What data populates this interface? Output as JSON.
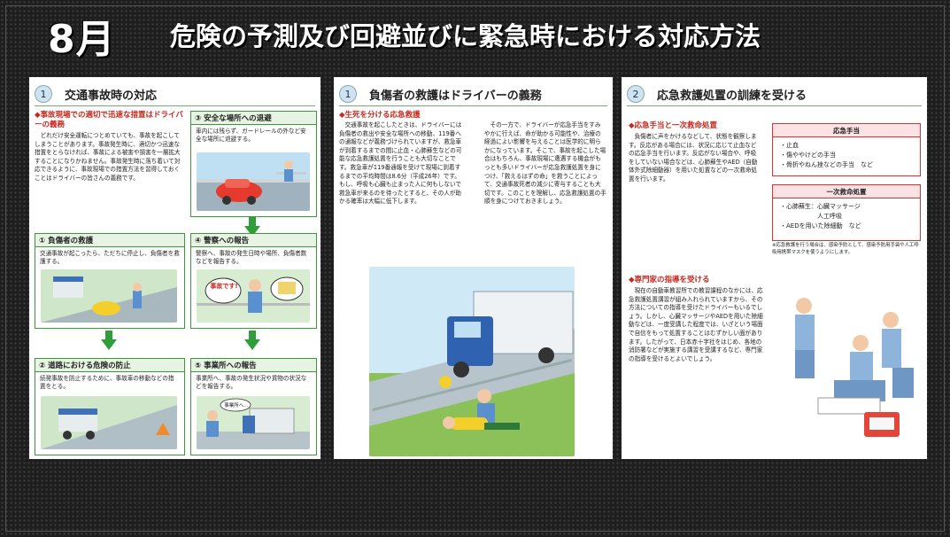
{
  "header": {
    "month": "8月",
    "title": "危険の予測及び回避並びに緊急時における対応方法"
  },
  "panel1": {
    "num": "1",
    "title": "交通事故時の対応",
    "lead_heading": "◆事故現場での適切で迅速な措置はドライバーの義務",
    "lead_text": "どれだけ安全運転につとめていても、事故を起こしてしまうことがあります。事故発生時に、適切かつ迅速な措置をとらなければ、事故による被害や損害を一層拡大することになりかねません。事故発生時に落ち着いて対応できるように、事故現場での措置方法を習得しておくことはドライバーの皆さんの義務です。",
    "steps": [
      {
        "label": "③ 安全な場所への退避",
        "text": "車内には残らず、ガードレールの外など安全な場所に退避する。"
      },
      {
        "label": "① 負傷者の救護",
        "text": "交通事故が起こったら、ただちに停止し、負傷者を救護する。"
      },
      {
        "label": "④ 警察への報告",
        "text": "警察へ、事故の発生日時や場所、負傷者数などを報告する。"
      },
      {
        "label": "② 道路における危険の防止",
        "text": "続発事故を防止するために、事故車の移動などの措置をとる。"
      },
      {
        "label": "⑤ 事業所への報告",
        "text": "事業所へ、事故の発生状況や貨物の状況などを報告する。"
      }
    ],
    "bubble1": "事故です!",
    "bubble2": "事業所へ…"
  },
  "panel2": {
    "num": "1",
    "title": "負傷者の救護はドライバーの義務",
    "heading": "◆生死を分ける応急救護",
    "col1": "交通事故を起こしたときは、ドライバーには負傷者の救出や安全な場所への移動、119番への通報などが義務づけられていますが、救急車が到着するまでの間に止血・心肺蘇生などの可能な応急救護処置を行うことも大切なことです。救急車が119番通報を受けて現場に到着するまでの平均時間は8.6分（平成26年）です。もし、呼吸も心臓も止まった人に何もしないで救急車が来るのを待ったとすると、その人が助かる確率は大幅に低下します。",
    "col2": "その一方で、ドライバーが応急手当をすみやかに行えば、命が助かる可能性や、治療の経過によい影響を与えることは医学的に明らかになっています。そこで、事故を起こした場合はもちろん、事故現場に遭遇する機会がもっとも多いドライバーが応急救護処置を身につけ、「救えるはずの命」を救うことによって、交通事故死者の減少に寄与することも大切です。このことを理解し、応急救護処置の手順を身につけておきましょう。"
  },
  "panel3": {
    "num": "2",
    "title": "応急救護処置の訓練を受ける",
    "heading1": "◆応急手当と一次救命処置",
    "text1": "負傷者に声をかけるなどして、状態を観察します。反応がある場合には、状況に応じて止血などの応急手当を行います。反応がない場合や、呼吸をしていない場合などは、心肺蘇生やAED（自動体外式除細動器）を用いた処置などの一次救命処置を行います。",
    "box1_title": "応急手当",
    "box1_items": [
      "・止血",
      "・傷ややけどの手当",
      "・骨折やねん挫などの手当　など"
    ],
    "box2_title": "一次救命処置",
    "box2_items": [
      "・心肺蘇生：心臓マッサージ",
      "　　　　　　人工呼吸",
      "・AEDを用いた除細動　など"
    ],
    "note": "※応急救護を行う場合は、感染予防として、感染予防用手袋や人工呼吸用携帯マスクを使うようにします。",
    "heading2": "◆専門家の指導を受ける",
    "text2": "現在の自動車教習所での教習課程のなかには、応急救護処置講習が組み入れられていますから、その方法についての指導を受けたドライバーもいるでしょう。しかし、心臓マッサージやAEDを用いた除細動などは、一度受講した程度では、いざという場面で自信をもって処置することはむずかしい面があります。したがって、日本赤十字社をはじめ、各地の消防署などが実施する講習を受講するなど、専門家の指導を受けるとよいでしょう。"
  },
  "colors": {
    "accent_green": "#2f9e3a",
    "accent_red": "#c8281e",
    "background": "#1e1e1e"
  }
}
